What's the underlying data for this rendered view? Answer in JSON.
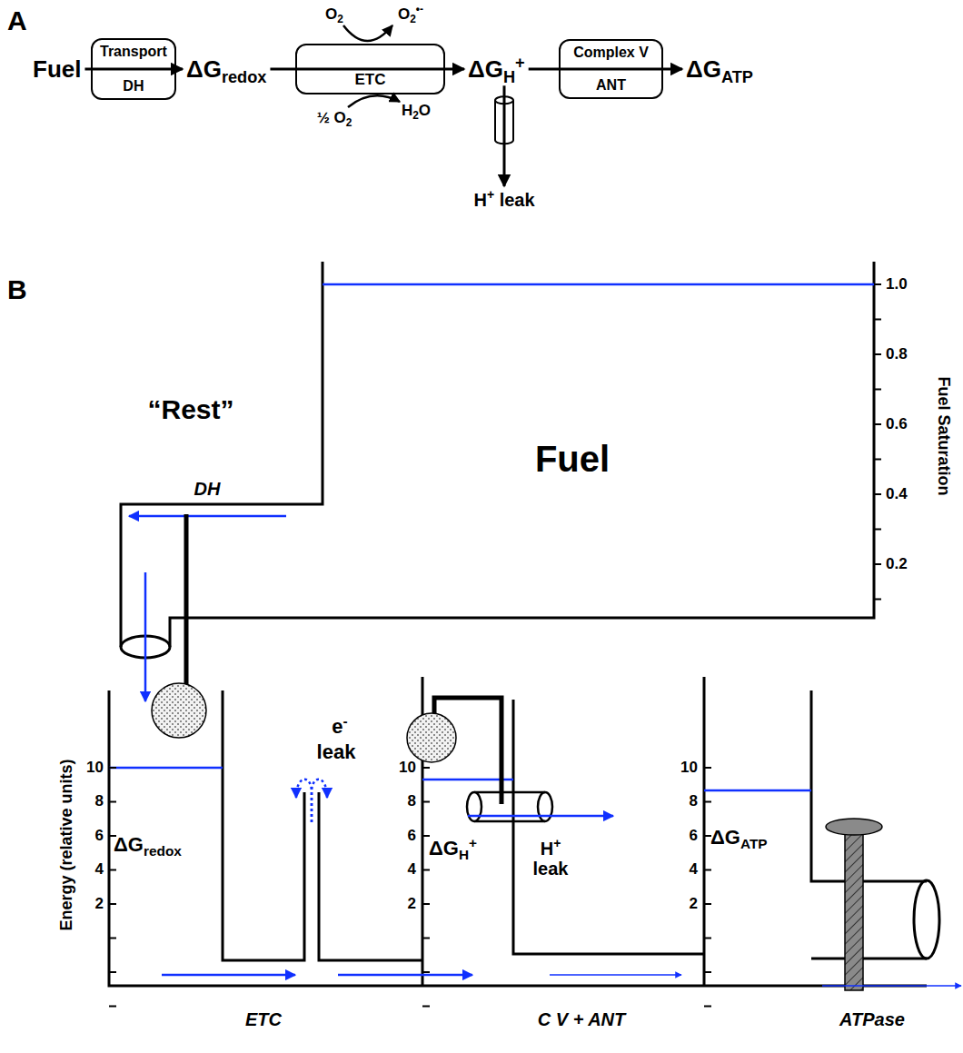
{
  "diagram": {
    "nodes": [
      {
        "text": [
          "Fuel"
        ]
      },
      {
        "text": [
          "Transport",
          "DH"
        ]
      },
      {
        "text": [
          "ΔGredox"
        ]
      },
      {
        "text": [
          "ETC"
        ]
      },
      {
        "text": [
          "ΔGH+"
        ]
      },
      {
        "text": [
          "Complex V",
          "ANT"
        ]
      },
      {
        "text": [
          "ΔGATP"
        ]
      },
      {
        "text": [
          "H+ leak"
        ]
      }
    ],
    "edges": [
      {
        "from": 0,
        "to": 1,
        "arrow": "none"
      },
      {
        "from": 1,
        "to": 2,
        "arrow": "to"
      },
      {
        "from": 2,
        "to": 3,
        "arrow": "none"
      },
      {
        "from": 3,
        "to": 4,
        "arrow": "to"
      },
      {
        "from": 4,
        "to": 5,
        "arrow": "none"
      },
      {
        "from": 5,
        "to": 6,
        "arrow": "to"
      },
      {
        "from": 4,
        "to": 7,
        "arrow": "to"
      }
    ],
    "labels": [
      "A",
      "O2",
      "O2•-",
      "½ O2",
      "H2O",
      "B",
      "“Rest”",
      "DH",
      "Fuel",
      "1.0",
      "0.8",
      "0.6",
      "0.4",
      "0.2",
      "Fuel Saturation",
      "Energy (relative units)",
      "10",
      "8",
      "6",
      "4",
      "2",
      "ΔGredox",
      "e-",
      "leak",
      "10",
      "8",
      "6",
      "4",
      "2",
      "ΔGH+",
      "H+ leak",
      "10",
      "8",
      "6",
      "4",
      "2",
      "ΔGATP",
      "ETC",
      "C V + ANT",
      "ATPase"
    ]
  }
}
